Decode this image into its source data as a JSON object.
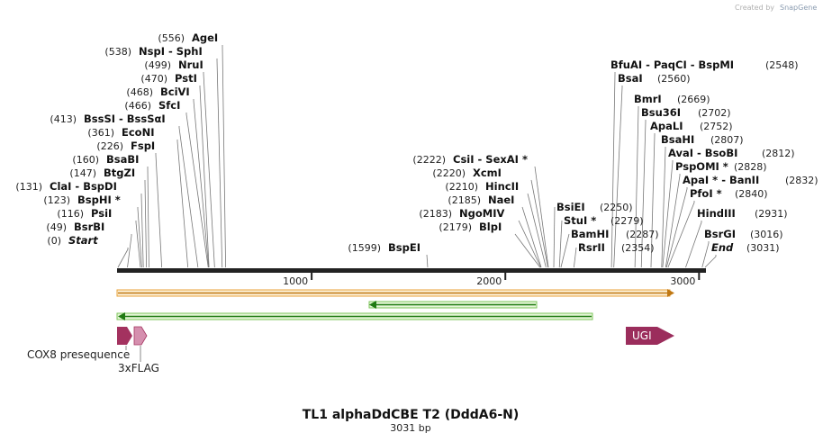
{
  "credit": {
    "created_by": "Created by",
    "brand": "SnapGene"
  },
  "title": "TL1 alphaDdCBE T2 (DddA6-N)",
  "subtitle": "3031 bp",
  "sequence_length": 3031,
  "axis_ticks": [
    {
      "pos": 1000,
      "label": "1000"
    },
    {
      "pos": 2000,
      "label": "2000"
    },
    {
      "pos": 3000,
      "label": "3000"
    }
  ],
  "sites_left": [
    {
      "pos": "(556)",
      "name": "AgeI",
      "bp": 556
    },
    {
      "pos": "(538)",
      "name": "NspI",
      "name2": "SphI",
      "bp": 538
    },
    {
      "pos": "(499)",
      "name": "NruI",
      "bp": 499
    },
    {
      "pos": "(470)",
      "name": "PstI",
      "bp": 470
    },
    {
      "pos": "(468)",
      "name": "BciVI",
      "bp": 468
    },
    {
      "pos": "(466)",
      "name": "SfcI",
      "bp": 466
    },
    {
      "pos": "(413)",
      "name": "BssSI",
      "name2": "BssSαI",
      "bp": 413
    },
    {
      "pos": "(361)",
      "name": "EcoNI",
      "bp": 361
    },
    {
      "pos": "(226)",
      "name": "FspI",
      "bp": 226
    },
    {
      "pos": "(160)",
      "name": "BsaBI",
      "bp": 160
    },
    {
      "pos": "(147)",
      "name": "BtgZI",
      "bp": 147
    },
    {
      "pos": "(131)",
      "name": "ClaI",
      "name2": "BspDI",
      "bp": 131
    },
    {
      "pos": "(123)",
      "name": "BspHI *",
      "bp": 123
    },
    {
      "pos": "(116)",
      "name": "PsiI",
      "bp": 116
    },
    {
      "pos": "(49)",
      "name": "BsrBI",
      "bp": 49
    },
    {
      "pos": "(0)",
      "name": "Start",
      "bp": 0,
      "italic": true
    }
  ],
  "sites_middle": [
    {
      "pos": "(2222)",
      "name": "CsiI",
      "name2": "SexAI *",
      "bp": 2222
    },
    {
      "pos": "(2220)",
      "name": "XcmI",
      "bp": 2220
    },
    {
      "pos": "(2210)",
      "name": "HincII",
      "bp": 2210
    },
    {
      "pos": "(2185)",
      "name": "NaeI",
      "bp": 2185
    },
    {
      "pos": "(2183)",
      "name": "NgoMIV",
      "bp": 2183
    },
    {
      "pos": "(2179)",
      "name": "BlpI",
      "bp": 2179
    },
    {
      "pos": "(1599)",
      "name": "BspEI",
      "bp": 1599
    }
  ],
  "sites_right": [
    {
      "pos": "(2548)",
      "name": "BfuAI",
      "name2": "PaqCI",
      "name3": "BspMI",
      "bp": 2548
    },
    {
      "pos": "(2560)",
      "name": "BsaI",
      "bp": 2560
    },
    {
      "pos": "(2669)",
      "name": "BmrI",
      "bp": 2669
    },
    {
      "pos": "(2702)",
      "name": "Bsu36I",
      "bp": 2702
    },
    {
      "pos": "(2752)",
      "name": "ApaLI",
      "bp": 2752
    },
    {
      "pos": "(2807)",
      "name": "BsaHI",
      "bp": 2807
    },
    {
      "pos": "(2812)",
      "name": "AvaI",
      "name2": "BsoBI",
      "bp": 2812
    },
    {
      "pos": "(2828)",
      "name": "PspOMI *",
      "bp": 2828
    },
    {
      "pos": "(2832)",
      "name": "ApaI *",
      "name2": "BanII",
      "bp": 2832
    },
    {
      "pos": "(2840)",
      "name": "PfoI *",
      "bp": 2840
    },
    {
      "pos": "(2931)",
      "name": "HindIII",
      "bp": 2931
    },
    {
      "pos": "(3016)",
      "name": "BsrGI",
      "bp": 3016
    },
    {
      "pos": "(3031)",
      "name": "End",
      "bp": 3031,
      "italic": true
    }
  ],
  "sites_center_right": [
    {
      "pos": "(2250)",
      "name": "BsiEI",
      "bp": 2250
    },
    {
      "pos": "(2279)",
      "name": "StuI *",
      "bp": 2279
    },
    {
      "pos": "(2287)",
      "name": "BamHI",
      "bp": 2287
    },
    {
      "pos": "(2354)",
      "name": "RsrII",
      "bp": 2354
    }
  ],
  "features": {
    "cox8": "COX8 presequence",
    "flag": "3xFLAG",
    "ugi": "UGI"
  },
  "colors": {
    "orange_orf": "#e8a23a",
    "green_orf": "#2f9e1a",
    "cox8": "#a3325f",
    "flag": "#d58fae",
    "ugi": "#9b2d5c",
    "backbone": "#222222"
  }
}
